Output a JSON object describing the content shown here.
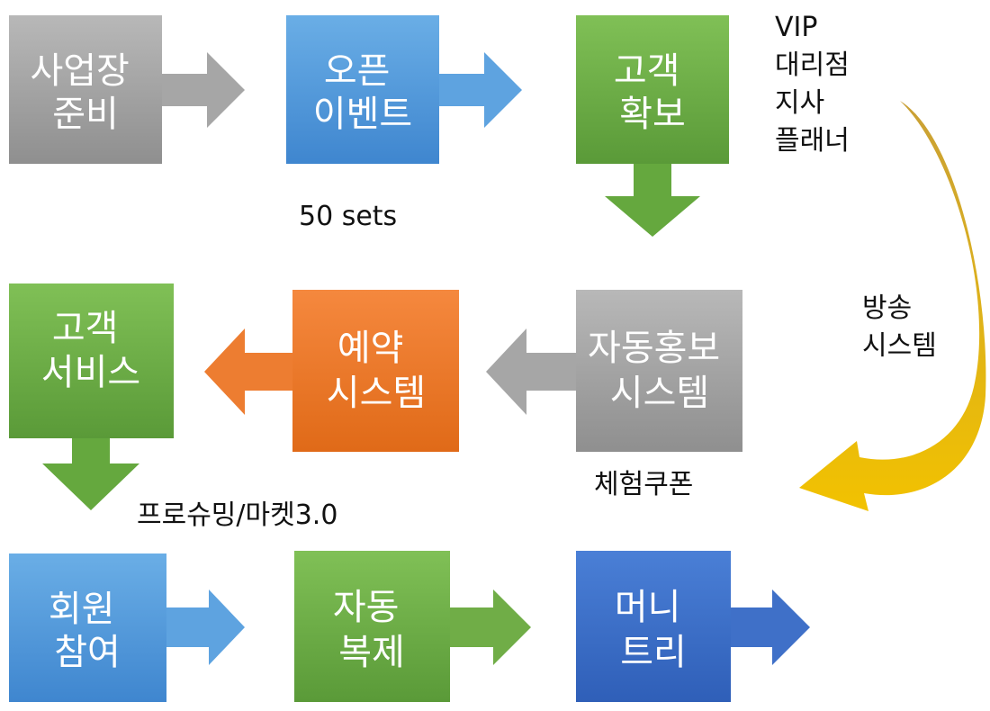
{
  "colors": {
    "gray": "#a6a6a6",
    "blue": "#5b9bd5",
    "green": "#70ad47",
    "orange": "#ed7d31",
    "darkblue": "#4472c4",
    "gold": "#d4a820"
  },
  "boxes": {
    "setup": {
      "line1": "사업장",
      "line2": "준비"
    },
    "open_event": {
      "line1": "오픈",
      "line2": "이벤트"
    },
    "acquire": {
      "line1": "고객",
      "line2": "확보"
    },
    "customer_service": {
      "line1": "고객",
      "line2": "서비스"
    },
    "reservation": {
      "line1": "예약",
      "line2": "시스템"
    },
    "auto_promo": {
      "line1": "자동홍보",
      "line2": "시스템"
    },
    "member": {
      "line1": "회원",
      "line2": "참여"
    },
    "auto_copy": {
      "line1": "자동",
      "line2": "복제"
    },
    "money_tree": {
      "line1": "머니",
      "line2": "트리"
    }
  },
  "labels": {
    "sets": "50 sets",
    "vip_list": [
      "VIP",
      "대리점",
      "지사",
      "플래너"
    ],
    "broadcast": [
      "방송",
      "시스템"
    ],
    "coupon": "체험쿠폰",
    "prosuming": "프로슈밍/마켓3.0"
  }
}
